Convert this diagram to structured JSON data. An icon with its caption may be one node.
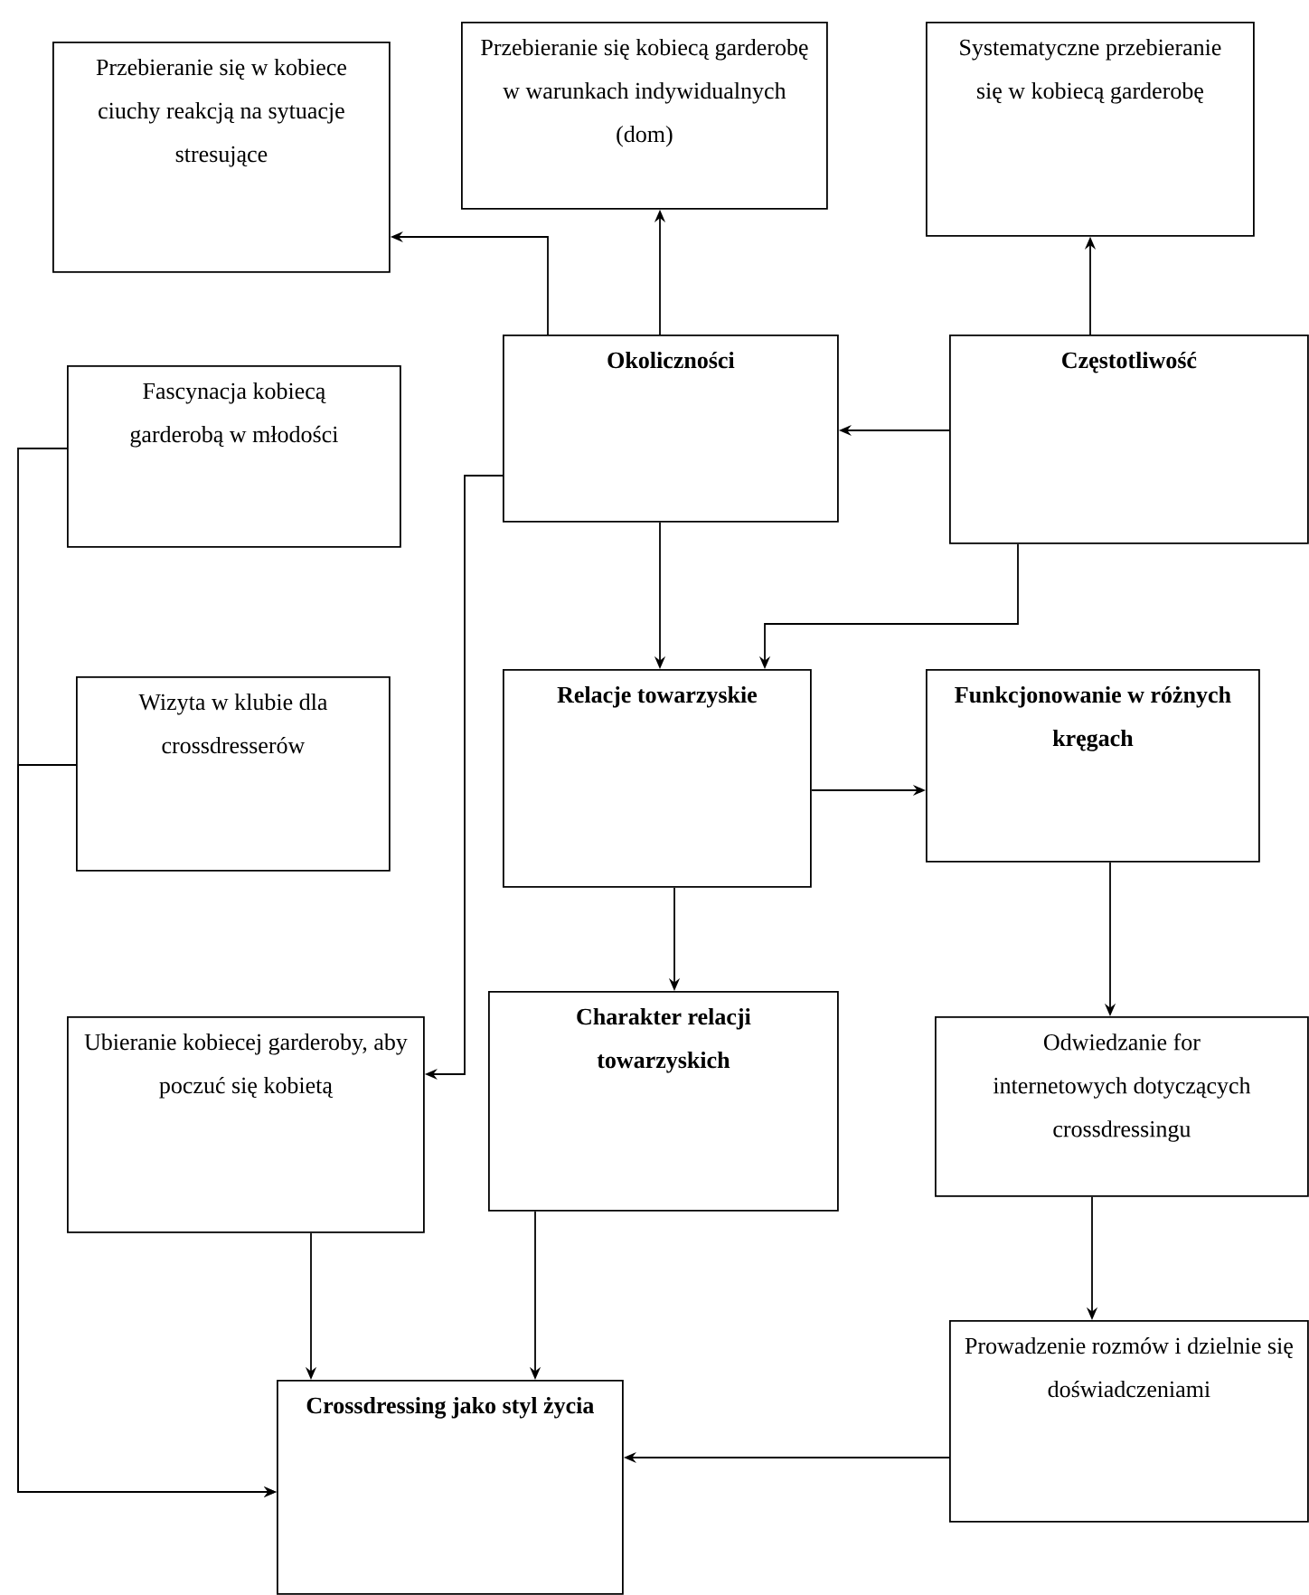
{
  "diagram": {
    "nodes": [
      {
        "text": [
          "Przebieranie się w kobiece ciuchy reakcją na sytuacje stresujące"
        ]
      },
      {
        "text": [
          "Przebieranie się kobiecą garderobę w warunkach indywidualnych (dom)"
        ]
      },
      {
        "text": [
          "Systematyczne przebieranie się w kobiecą garderobę"
        ]
      },
      {
        "text": [
          "Okoliczności"
        ]
      },
      {
        "text": [
          "Częstotliwość"
        ]
      },
      {
        "text": [
          "Fascynacja kobiecą garderobą w młodości"
        ]
      },
      {
        "text": [
          "Wizyta w klubie dla crossdresserów"
        ]
      },
      {
        "text": [
          "Relacje towarzyskie"
        ]
      },
      {
        "text": [
          "Funkcjonowanie w różnych kręgach"
        ]
      },
      {
        "text": [
          "Ubieranie kobiecej garderoby, aby poczuć się kobietą"
        ]
      },
      {
        "text": [
          "Charakter relacji towarzyskich"
        ]
      },
      {
        "text": [
          "Odwiedzanie for internetowych dotyczących crossdressingu"
        ]
      },
      {
        "text": [
          "Crossdressing jako styl życia"
        ]
      },
      {
        "text": [
          "Prowadzenie rozmów i dzielnie się doświadczeniami"
        ]
      }
    ],
    "edges": [
      {
        "from": 3,
        "to": 0,
        "arrow": "to"
      },
      {
        "from": 3,
        "to": 1,
        "arrow": "to"
      },
      {
        "from": 4,
        "to": 2,
        "arrow": "to"
      },
      {
        "from": 4,
        "to": 3,
        "arrow": "to"
      },
      {
        "from": 3,
        "to": 9,
        "arrow": "to"
      },
      {
        "from": 3,
        "to": 7,
        "arrow": "to"
      },
      {
        "from": 4,
        "to": 7,
        "arrow": "to"
      },
      {
        "from": 7,
        "to": 8,
        "arrow": "to"
      },
      {
        "from": 7,
        "to": 10,
        "arrow": "to"
      },
      {
        "from": 8,
        "to": 11,
        "arrow": "to"
      },
      {
        "from": 11,
        "to": 13,
        "arrow": "to"
      },
      {
        "from": 9,
        "to": 12,
        "arrow": "to"
      },
      {
        "from": 10,
        "to": 12,
        "arrow": "to"
      },
      {
        "from": 13,
        "to": 12,
        "arrow": "to"
      },
      {
        "from": 5,
        "to": 12,
        "arrow": "to"
      },
      {
        "from": 6,
        "to": 12,
        "arrow": "to"
      }
    ]
  }
}
